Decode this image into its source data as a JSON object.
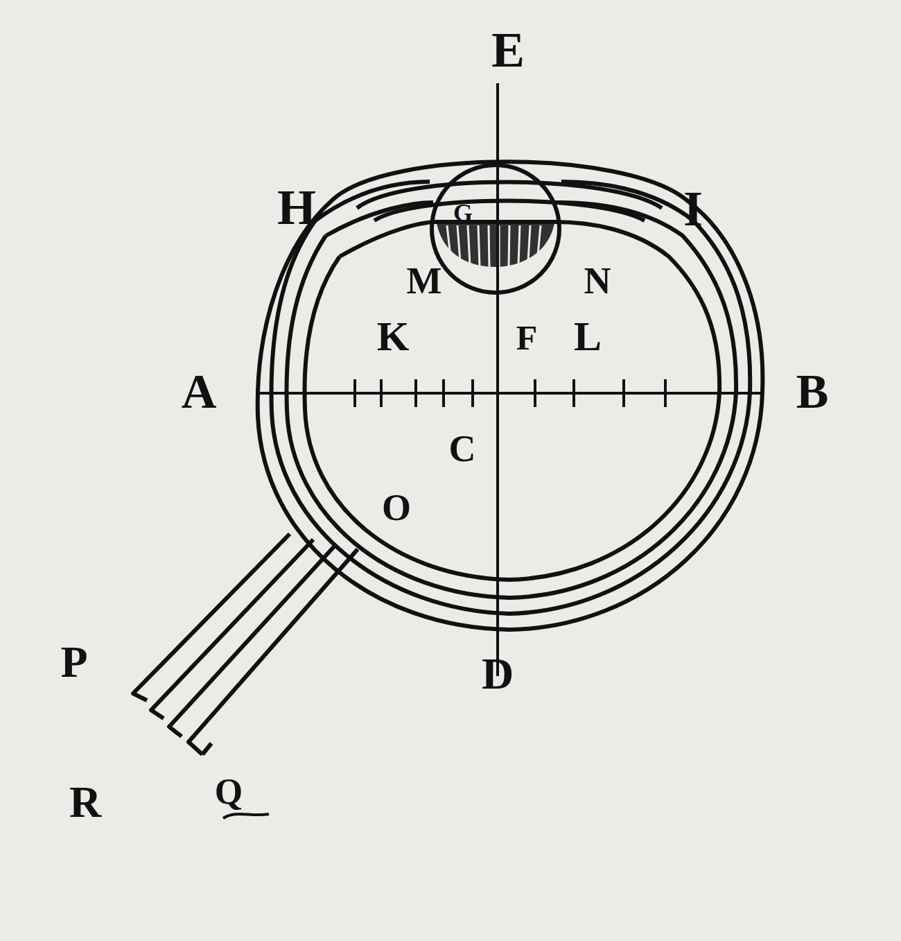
{
  "diagram": {
    "labels": [
      "E",
      "H",
      "I",
      "G",
      "M",
      "N",
      "K",
      "F",
      "L",
      "A",
      "B",
      "C",
      "O",
      "P",
      "D",
      "R",
      "Q"
    ]
  }
}
